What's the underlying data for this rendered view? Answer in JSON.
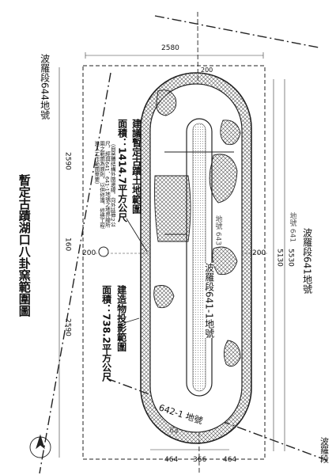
{
  "document": {
    "title": "暫定古蹟湖口八卦窯範圍圖"
  },
  "zones": {
    "temporary_land_scope": {
      "title": "建議暫定古蹟土地範圍",
      "area": "面積：1414.7平方公尺",
      "note": "（自窯體結構外圍邊線，向外延伸2公尺，經與641、641-1地號之地界線所圍之範圍為原則，以供修護、修繕工程進入工作範圍需要）"
    },
    "building_footprint": {
      "title": "建造物投影範圍",
      "area": "面積：738.2平方公尺"
    }
  },
  "parcels": {
    "p644": "波羅段644地號",
    "p641": "波羅段641地號",
    "p641_1": "波羅段641-1地號",
    "p642_1": "642-1 地號",
    "p641_inner": "地號 641",
    "p643": "地號 643",
    "p64x": "64",
    "p_edge": "波羅段"
  },
  "dimensions": {
    "top_width": "2580",
    "bottom_width": "2590",
    "left_height": "2590",
    "center_width": "160",
    "right_height_1": "5130",
    "right_height_2": "5530",
    "offset_left": "200",
    "offset_right": "200",
    "offset_top": "200",
    "bottom_a": "464",
    "bottom_b": "366",
    "bottom_c": "464"
  },
  "colors": {
    "line": "#222222",
    "hatch": "#444444"
  }
}
